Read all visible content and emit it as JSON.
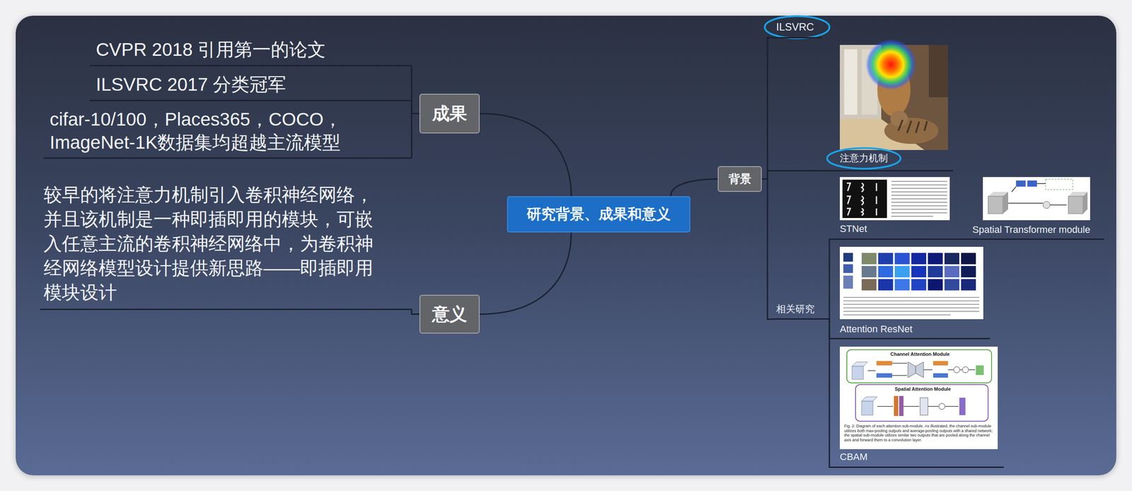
{
  "diagram": {
    "nodes": [
      {
        "text": [
          "研究背景、成果和意义"
        ]
      },
      {
        "text": [
          "成果"
        ]
      },
      {
        "text": [
          "CVPR 2018 引用第一的论文"
        ]
      },
      {
        "text": [
          "ILSVRC 2017 分类冠军"
        ]
      },
      {
        "text": [
          "cifar-10/100，Places365，COCO，ImageNet-1K数据集均超越主流模型"
        ]
      },
      {
        "text": [
          "意义"
        ]
      },
      {
        "text": [
          "较早的将注意力机制引入卷积神经网络，并且该机制是一种即插即用的模块，可嵌入任意主流的卷积神经网络中，为卷积神经网络模型设计提供新思路——即插即用模块设计"
        ]
      },
      {
        "text": [
          "背景"
        ]
      },
      {
        "text": [
          "ILSVRC"
        ]
      },
      {
        "text": [
          "注意力机制"
        ]
      },
      {
        "text": [
          "相关研究"
        ]
      },
      {
        "text": [
          "STNet",
          "Spatial Transformer module"
        ]
      },
      {
        "text": [
          "Attention ResNet"
        ]
      },
      {
        "text": [
          "CBAM"
        ]
      }
    ],
    "edges": [
      {
        "from": 0,
        "to": 1,
        "arrow": "none"
      },
      {
        "from": 0,
        "to": 5,
        "arrow": "none"
      },
      {
        "from": 0,
        "to": 7,
        "arrow": "none"
      },
      {
        "from": 1,
        "to": 2,
        "arrow": "none"
      },
      {
        "from": 1,
        "to": 3,
        "arrow": "none"
      },
      {
        "from": 1,
        "to": 4,
        "arrow": "none"
      },
      {
        "from": 5,
        "to": 6,
        "arrow": "none"
      },
      {
        "from": 7,
        "to": 8,
        "arrow": "none"
      },
      {
        "from": 7,
        "to": 9,
        "arrow": "none"
      },
      {
        "from": 7,
        "to": 10,
        "arrow": "none"
      },
      {
        "from": 10,
        "to": 11,
        "arrow": "none"
      },
      {
        "from": 10,
        "to": 12,
        "arrow": "none"
      },
      {
        "from": 10,
        "to": 13,
        "arrow": "none"
      }
    ],
    "labels": [
      "Channel Attention Module",
      "Spatial Attention Module",
      "Fig. 2: Diagram of each attention sub-module. As illustrated, the channel sub-module utilizes both max-pooling outputs and average-pooling outputs with a shared network; the spatial sub-module utilizes similar two outputs that are pooled along the channel axis and forward them to a convolution layer."
    ]
  }
}
